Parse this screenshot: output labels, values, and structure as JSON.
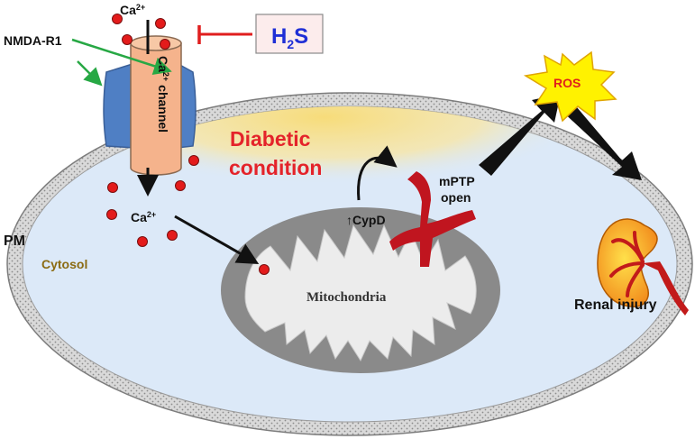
{
  "labels": {
    "ca_top": "Ca",
    "ca_top_sup": "2+",
    "ca_cytosol": "Ca",
    "ca_cytosol_sup": "2+",
    "channel_ca": "Ca",
    "channel_sup": "2+",
    "channel_word": "channel",
    "h2s_h": "H",
    "h2s_sub": "2",
    "h2s_s": "S",
    "nmda": "NMDA-R1",
    "diabetic_1": "Diabetic",
    "diabetic_2": "condition",
    "pm": "PM",
    "cytosol": "Cytosol",
    "cypd": "CypD",
    "mptp_1": "mPTP",
    "mptp_2": "open",
    "mitochondria": "Mitochondria",
    "ros": "ROS",
    "renal": "Renal injury"
  },
  "colors": {
    "calcium": "#e31b1b",
    "h2s_text": "#1f2fd6",
    "inhibit": "#e01e1e",
    "nmda_arrow": "#27a844",
    "channel": "#f5b38c",
    "receptor": "#4f7fc4",
    "cytosol": "#dce9f8",
    "diabetic_glow": "#f7dc7a",
    "mito_outer": "#8a8a8a",
    "mito_inner": "#ececec",
    "mptp": "#c0151f",
    "ros_burst": "#fff200",
    "ros_text": "#e0201b",
    "diabetic_text": "#e4232a",
    "cytosol_text": "#8b6b12"
  },
  "icons": {
    "kidney": "kidney-icon",
    "ros": "burst-icon"
  }
}
